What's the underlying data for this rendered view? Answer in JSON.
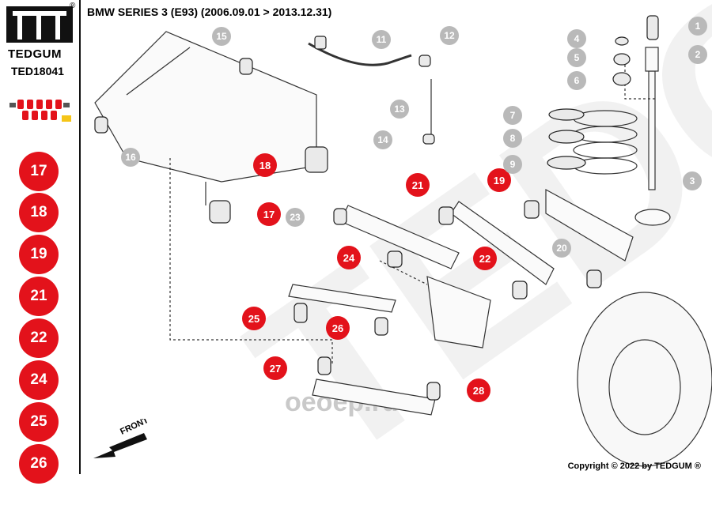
{
  "brand": {
    "name": "TEDGUM",
    "registered": "®",
    "part_code": "TED18041"
  },
  "header": {
    "title": "BMW SERIES 3 (E93)  (2006.09.01 > 2013.12.31)"
  },
  "sidebar": {
    "badges": [
      "17",
      "18",
      "19",
      "21",
      "22",
      "24",
      "25",
      "26"
    ]
  },
  "diagram": {
    "red_callouts": [
      "18",
      "17",
      "21",
      "19",
      "24",
      "22",
      "25",
      "26",
      "27",
      "28"
    ],
    "grey_callouts": [
      "15",
      "16",
      "11",
      "12",
      "13",
      "14",
      "23",
      "20",
      "7",
      "8",
      "9",
      "4",
      "5",
      "6",
      "1",
      "2",
      "3"
    ],
    "front_label": "FRONT"
  },
  "watermarks": {
    "brand": "TEDGUM",
    "site": "oeoep.ru"
  },
  "footer": {
    "copyright": "Copyright © 2022 by TEDGUM ®"
  },
  "colors": {
    "accent": "#e3121b",
    "callout_grey": "#b9b9b9",
    "line": "#333333"
  }
}
